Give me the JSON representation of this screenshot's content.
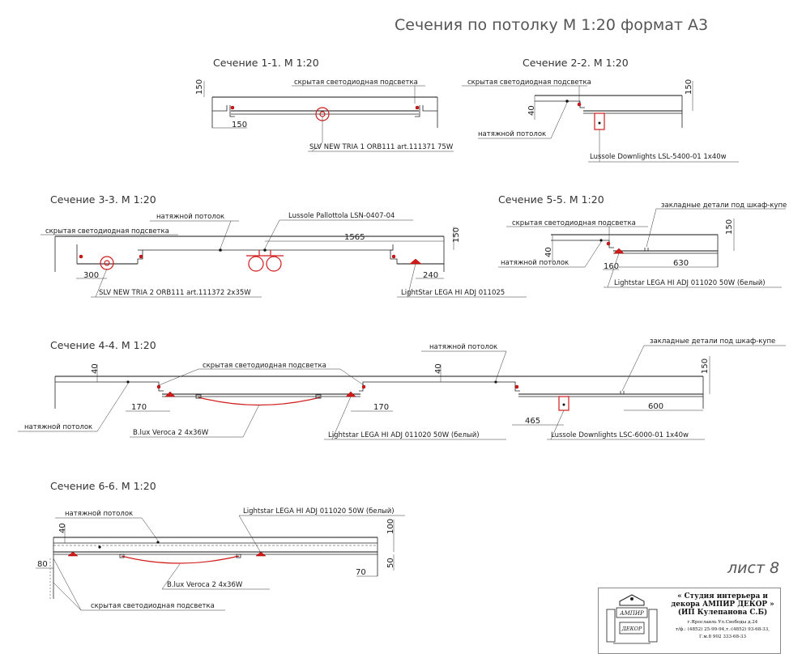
{
  "sheet": {
    "title": "Сечения по потолку М 1:20 формат А3",
    "sheet_number": "лист 8"
  },
  "sections": {
    "s1": {
      "title": "Сечение 1-1. М 1:20",
      "dims": [
        "150",
        "150"
      ],
      "labels": [
        "скрытая светодиодная подсветка",
        "SLV NEW TRIA 1 ORB111 art.111371 75W"
      ]
    },
    "s2": {
      "title": "Сечение 2-2. М 1:20",
      "dims": [
        "40",
        "150"
      ],
      "labels": [
        "скрытая светодиодная подсветка",
        "натяжной потолок",
        "Lussole Downlights LSL-5400-01 1x40w"
      ]
    },
    "s3": {
      "title": "Сечение 3-3. М 1:20",
      "dims": [
        "1565",
        "150",
        "300",
        "240"
      ],
      "labels": [
        "натяжной потолок",
        "Lussole Pallottola LSN-0407-04",
        "скрытая светодиодная подсветка",
        "SLV NEW TRIA 2 ORB111 art.111372 2x35W",
        "LightStar LEGA HI ADJ 011025"
      ]
    },
    "s5": {
      "title": "Сечение 5-5. М 1:20",
      "dims": [
        "150",
        "40",
        "160",
        "630"
      ],
      "labels": [
        "закладные детали под шкаф-купе",
        "скрытая светодиодная подсветка",
        "натяжной потолок",
        "Lightstar LEGA HI ADJ 011020 50W (белый)"
      ]
    },
    "s4": {
      "title": "Сечение 4-4. М 1:20",
      "dims": [
        "40",
        "40",
        "150",
        "170",
        "170",
        "465",
        "600"
      ],
      "labels": [
        "скрытая светодиодная подсветка",
        "натяжной потолок",
        "закладные детали под шкаф-купе",
        "натяжной потолок",
        "B.lux Veroca 2 4x36W",
        "Lightstar LEGA HI ADJ 011020 50W (белый)",
        "Lussole Downlights LSC-6000-01 1x40w"
      ]
    },
    "s6": {
      "title": "Сечение 6-6. М 1:20",
      "dims": [
        "40",
        "100",
        "80",
        "50",
        "70"
      ],
      "labels": [
        "натяжной потолок",
        "Lightstar LEGA HI ADJ 011020 50W (белый)",
        "B.lux Veroca 2 4x36W",
        "скрытая светодиодная подсветка"
      ]
    }
  },
  "stamp": {
    "line1": "« Студия интерьера и",
    "line2": "декора АМПИР ДЕКОР »",
    "line3": "(ИП Кулепанова С.Б)",
    "line4": "г.Ярославль Ул.Свободы д.24",
    "line5": "т/ф.: (4852) 25-99-94,т.:(4852) 93-68-33,",
    "line6": "Г.м.8 902 333-68-33",
    "logo_text": "АМПИР",
    "logo_sub": "ДЕКОР"
  },
  "colors": {
    "lighting": "#d11a1a",
    "drawing": "#222222"
  }
}
